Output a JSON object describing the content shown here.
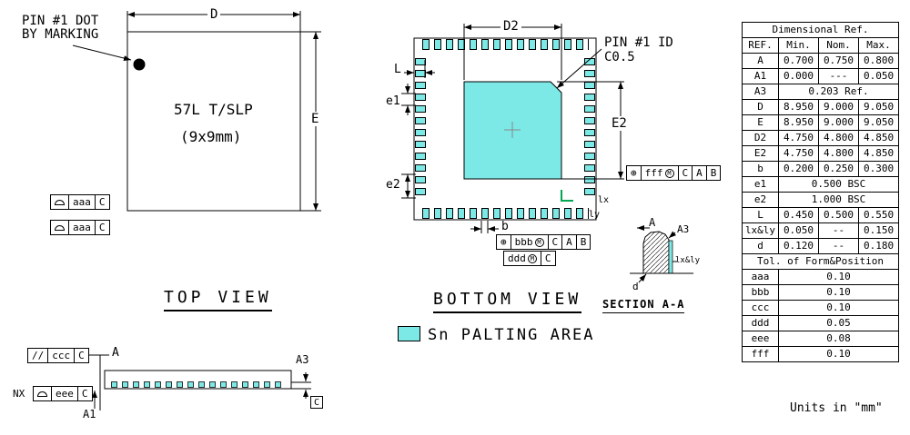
{
  "colors": {
    "plating": "#7ce9e6",
    "green": "#00a651"
  },
  "units_note": "Units in \"mm\"",
  "top_view": {
    "title": "TOP VIEW",
    "pin1_line1": "PIN #1 DOT",
    "pin1_line2": "BY MARKING",
    "chip_line1": "57L T/SLP",
    "chip_line2": "(9x9mm)",
    "dim_D": "D",
    "dim_E": "E",
    "fcf1": {
      "sym_icon": "profile-of-surface",
      "tol": "aaa",
      "datum": "C"
    },
    "fcf2": {
      "sym_icon": "profile-of-surface",
      "tol": "aaa",
      "datum": "C"
    }
  },
  "side_view": {
    "fcf_ccc": {
      "sym": "//",
      "tol": "ccc",
      "datum": "C"
    },
    "nx_prefix": "NX",
    "fcf_eee": {
      "sym_icon": "profile-of-surface",
      "tol": "eee",
      "datum": "C"
    },
    "label_A": "A",
    "label_A1": "A1",
    "label_A3": "A3",
    "datum_C": "C"
  },
  "bottom_view": {
    "title": "BOTTOM VIEW",
    "pin1_line1": "PIN #1 ID",
    "pin1_line2": "C0.5",
    "legend": "Sn PALTING AREA",
    "dim_D2": "D2",
    "dim_E2": "E2",
    "dim_L": "L",
    "dim_e1": "e1",
    "dim_e2": "e2",
    "dim_b": "b",
    "dim_lx": "lx",
    "dim_ly": "ly",
    "fcf_fff": {
      "sym": "⊕",
      "tol": "fff",
      "mod": "M",
      "d1": "C",
      "d2": "A",
      "d3": "B"
    },
    "fcf_bbb": {
      "sym": "⊕",
      "tol": "bbb",
      "mod": "M",
      "d1": "C",
      "d2": "A",
      "d3": "B"
    },
    "fcf_ddd": {
      "tol": "ddd",
      "mod": "M",
      "d1": "C"
    }
  },
  "section_view": {
    "title": "SECTION A-A",
    "label_A": "A",
    "label_A3": "A3",
    "label_d": "d",
    "label_lxly": "lx&ly"
  },
  "table": {
    "title": "Dimensional Ref.",
    "headers": [
      "REF.",
      "Min.",
      "Nom.",
      "Max."
    ],
    "rows": [
      {
        "ref": "A",
        "min": "0.700",
        "nom": "0.750",
        "max": "0.800"
      },
      {
        "ref": "A1",
        "min": "0.000",
        "nom": "---",
        "max": "0.050"
      },
      {
        "ref": "A3",
        "span": "0.203 Ref."
      },
      {
        "ref": "D",
        "min": "8.950",
        "nom": "9.000",
        "max": "9.050"
      },
      {
        "ref": "E",
        "min": "8.950",
        "nom": "9.000",
        "max": "9.050"
      },
      {
        "ref": "D2",
        "min": "4.750",
        "nom": "4.800",
        "max": "4.850"
      },
      {
        "ref": "E2",
        "min": "4.750",
        "nom": "4.800",
        "max": "4.850"
      },
      {
        "ref": "b",
        "min": "0.200",
        "nom": "0.250",
        "max": "0.300"
      },
      {
        "ref": "e1",
        "span": "0.500 BSC"
      },
      {
        "ref": "e2",
        "span": "1.000 BSC"
      },
      {
        "ref": "L",
        "min": "0.450",
        "nom": "0.500",
        "max": "0.550"
      },
      {
        "ref": "lx&ly",
        "min": "0.050",
        "nom": "--",
        "max": "0.150"
      },
      {
        "ref": "d",
        "min": "0.120",
        "nom": "--",
        "max": "0.180"
      }
    ],
    "tol_title": "Tol. of Form&Position",
    "tol_rows": [
      {
        "ref": "aaa",
        "val": "0.10"
      },
      {
        "ref": "bbb",
        "val": "0.10"
      },
      {
        "ref": "ccc",
        "val": "0.10"
      },
      {
        "ref": "ddd",
        "val": "0.05"
      },
      {
        "ref": "eee",
        "val": "0.08"
      },
      {
        "ref": "fff",
        "val": "0.10"
      }
    ]
  }
}
